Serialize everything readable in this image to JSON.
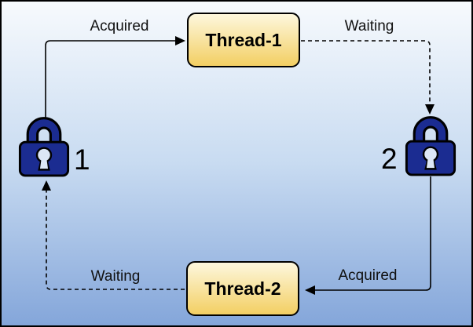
{
  "diagram": {
    "type": "deadlock-cycle",
    "nodes": {
      "thread1": {
        "label": "Thread-1"
      },
      "thread2": {
        "label": "Thread-2"
      },
      "lock1": {
        "number": "1"
      },
      "lock2": {
        "number": "2"
      }
    },
    "edges": {
      "thread1_acquired_lock1": {
        "label": "Acquired",
        "style": "solid",
        "from": "lock1",
        "to": "thread1"
      },
      "thread1_waiting_lock2": {
        "label": "Waiting",
        "style": "dashed",
        "from": "thread1",
        "to": "lock2"
      },
      "thread2_acquired_lock2": {
        "label": "Acquired",
        "style": "solid",
        "from": "lock2",
        "to": "thread2"
      },
      "thread2_waiting_lock1": {
        "label": "Waiting",
        "style": "dashed",
        "from": "thread2",
        "to": "lock1"
      }
    },
    "colors": {
      "background_top": "#f7fafd",
      "background_mid": "#c8dbf1",
      "background_bottom": "#84a6da",
      "node_fill_top": "#fdf7dd",
      "node_fill_bottom": "#f3cf63",
      "lock_fill": "#1b2c91",
      "keyhole_fill": "#dde7f6",
      "line": "#000000"
    }
  }
}
